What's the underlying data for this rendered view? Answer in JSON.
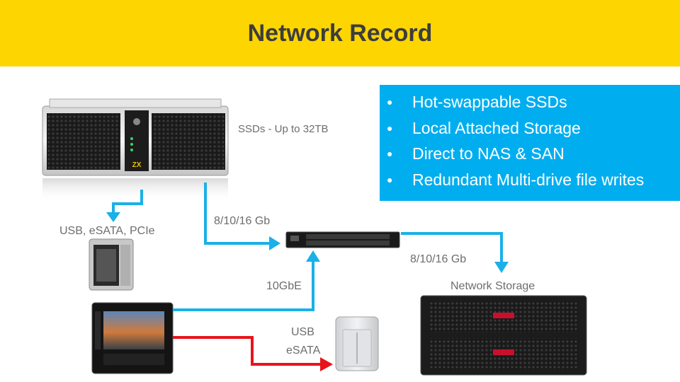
{
  "title": "Network Record",
  "labels": {
    "ssds": "SSDs - Up to 32TB",
    "usb_esata_pcie": "USB, eSATA, PCIe",
    "speed_left": "8/10/16 Gb",
    "speed_right": "8/10/16 Gb",
    "tengbe": "10GbE",
    "network_storage": "Network Storage",
    "usb": "USB",
    "esata": "eSATA",
    "zx_brand": "ZX"
  },
  "bullets": [
    "Hot-swappable SSDs",
    "Local Attached Storage",
    "Direct to NAS & SAN",
    "Redundant Multi-drive file writes"
  ],
  "bullet_glyph": "●",
  "colors": {
    "header": "#fdd500",
    "title_text": "#3d3d3d",
    "panel": "#00aeef",
    "arrow_blue": "#1ab0e8",
    "arrow_red": "#e8141b",
    "label_text": "#6d6d6d"
  }
}
